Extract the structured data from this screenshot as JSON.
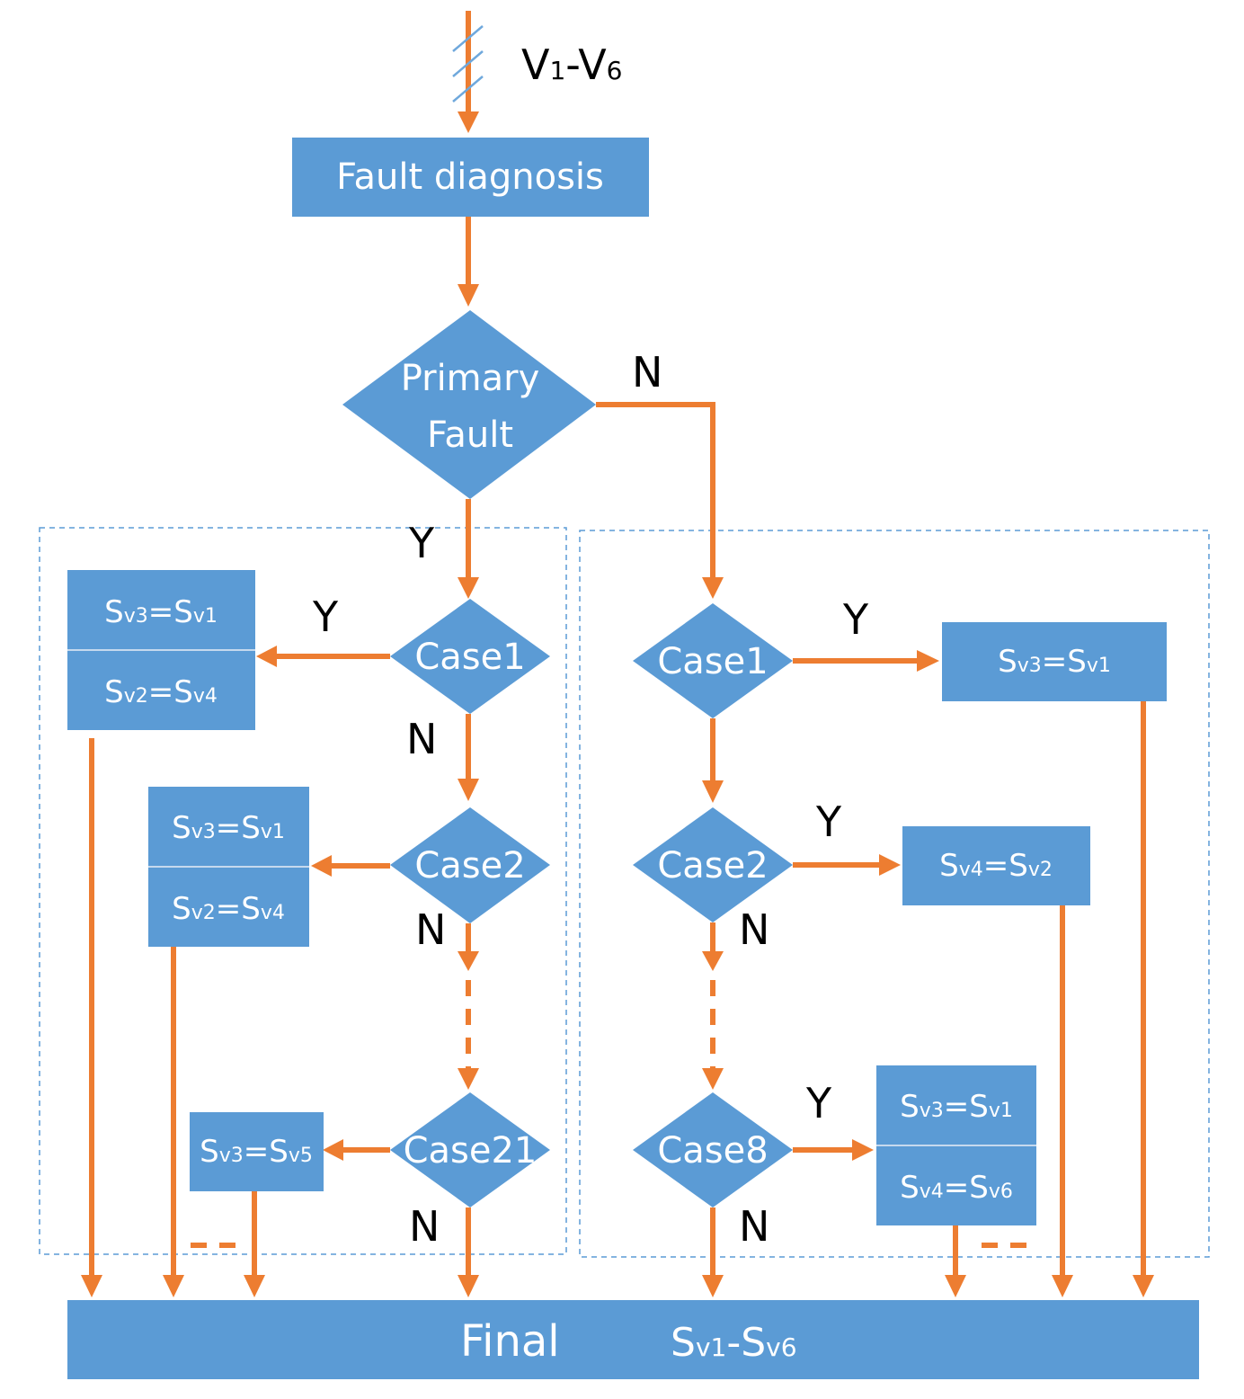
{
  "input": {
    "main": "V",
    "sub1": "1",
    "dash": "-",
    "main2": "V",
    "sub2": "6"
  },
  "fault_diagnosis": "Fault diagnosis",
  "primary_fault": {
    "line1": "Primary",
    "line2": "Fault"
  },
  "labels": {
    "Y": "Y",
    "N": "N"
  },
  "left": {
    "case1": "Case1",
    "case2": "Case2",
    "case21": "Case21",
    "box1": [
      [
        "v3",
        "v1"
      ],
      [
        "v2",
        "v4"
      ]
    ],
    "box2": [
      [
        "v3",
        "v1"
      ],
      [
        "v2",
        "v4"
      ]
    ],
    "box3": [
      [
        "v3",
        "v5"
      ]
    ]
  },
  "right": {
    "case1": "Case1",
    "case2": "Case2",
    "case8": "Case8",
    "box1": [
      [
        "v3",
        "v1"
      ]
    ],
    "box2": [
      [
        "v4",
        "v2"
      ]
    ],
    "box3": [
      [
        "v3",
        "v1"
      ],
      [
        "v4",
        "v6"
      ]
    ]
  },
  "final": {
    "label": "Final",
    "s": "S",
    "sub1": "v1",
    "dash": "-",
    "sub2": "v6"
  },
  "eq": {
    "S": "S",
    "eq": "="
  },
  "colors": {
    "node": "#5B9BD5",
    "arrow": "#ED7D31",
    "region": "#5B9BD5"
  }
}
